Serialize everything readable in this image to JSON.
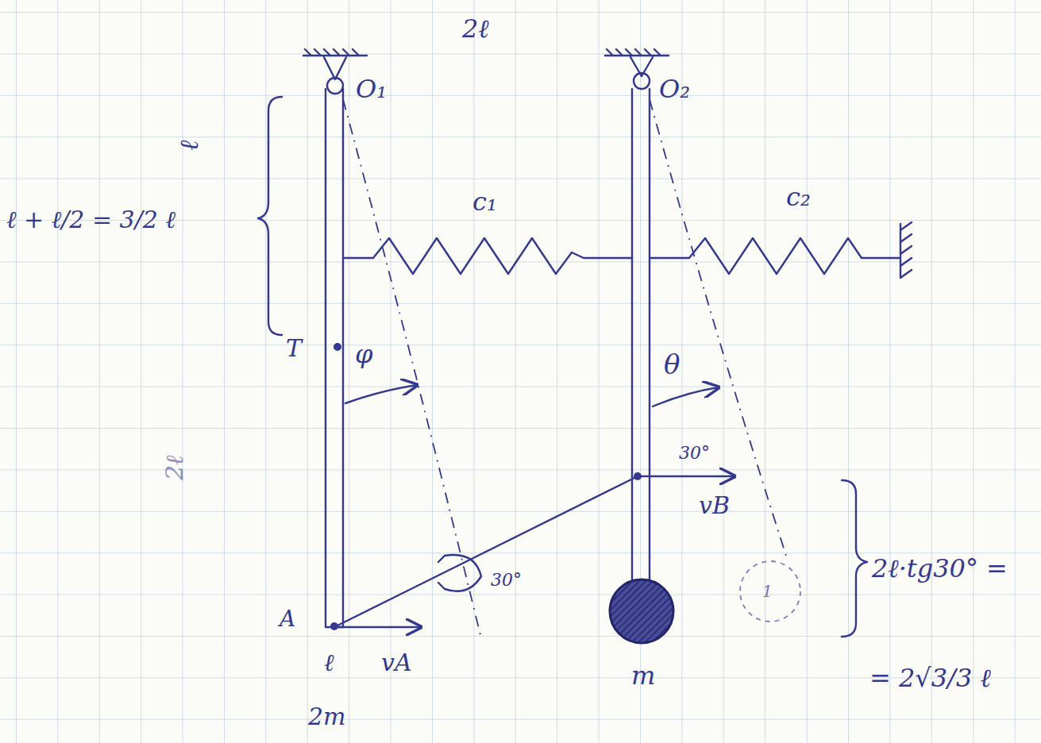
{
  "diagram": {
    "labels": [
      "2ℓ",
      "O₁",
      "O₂",
      "ℓ",
      "ℓ + ℓ/2 = 3/2 ℓ",
      "c₁",
      "c₂",
      "T",
      "φ",
      "θ",
      "2ℓ",
      "30°",
      "vB",
      "30°",
      "2ℓ·tg30° =",
      "= 2√3/3 ℓ",
      "A",
      "vA",
      "ℓ",
      "2m",
      "m",
      "1"
    ]
  }
}
